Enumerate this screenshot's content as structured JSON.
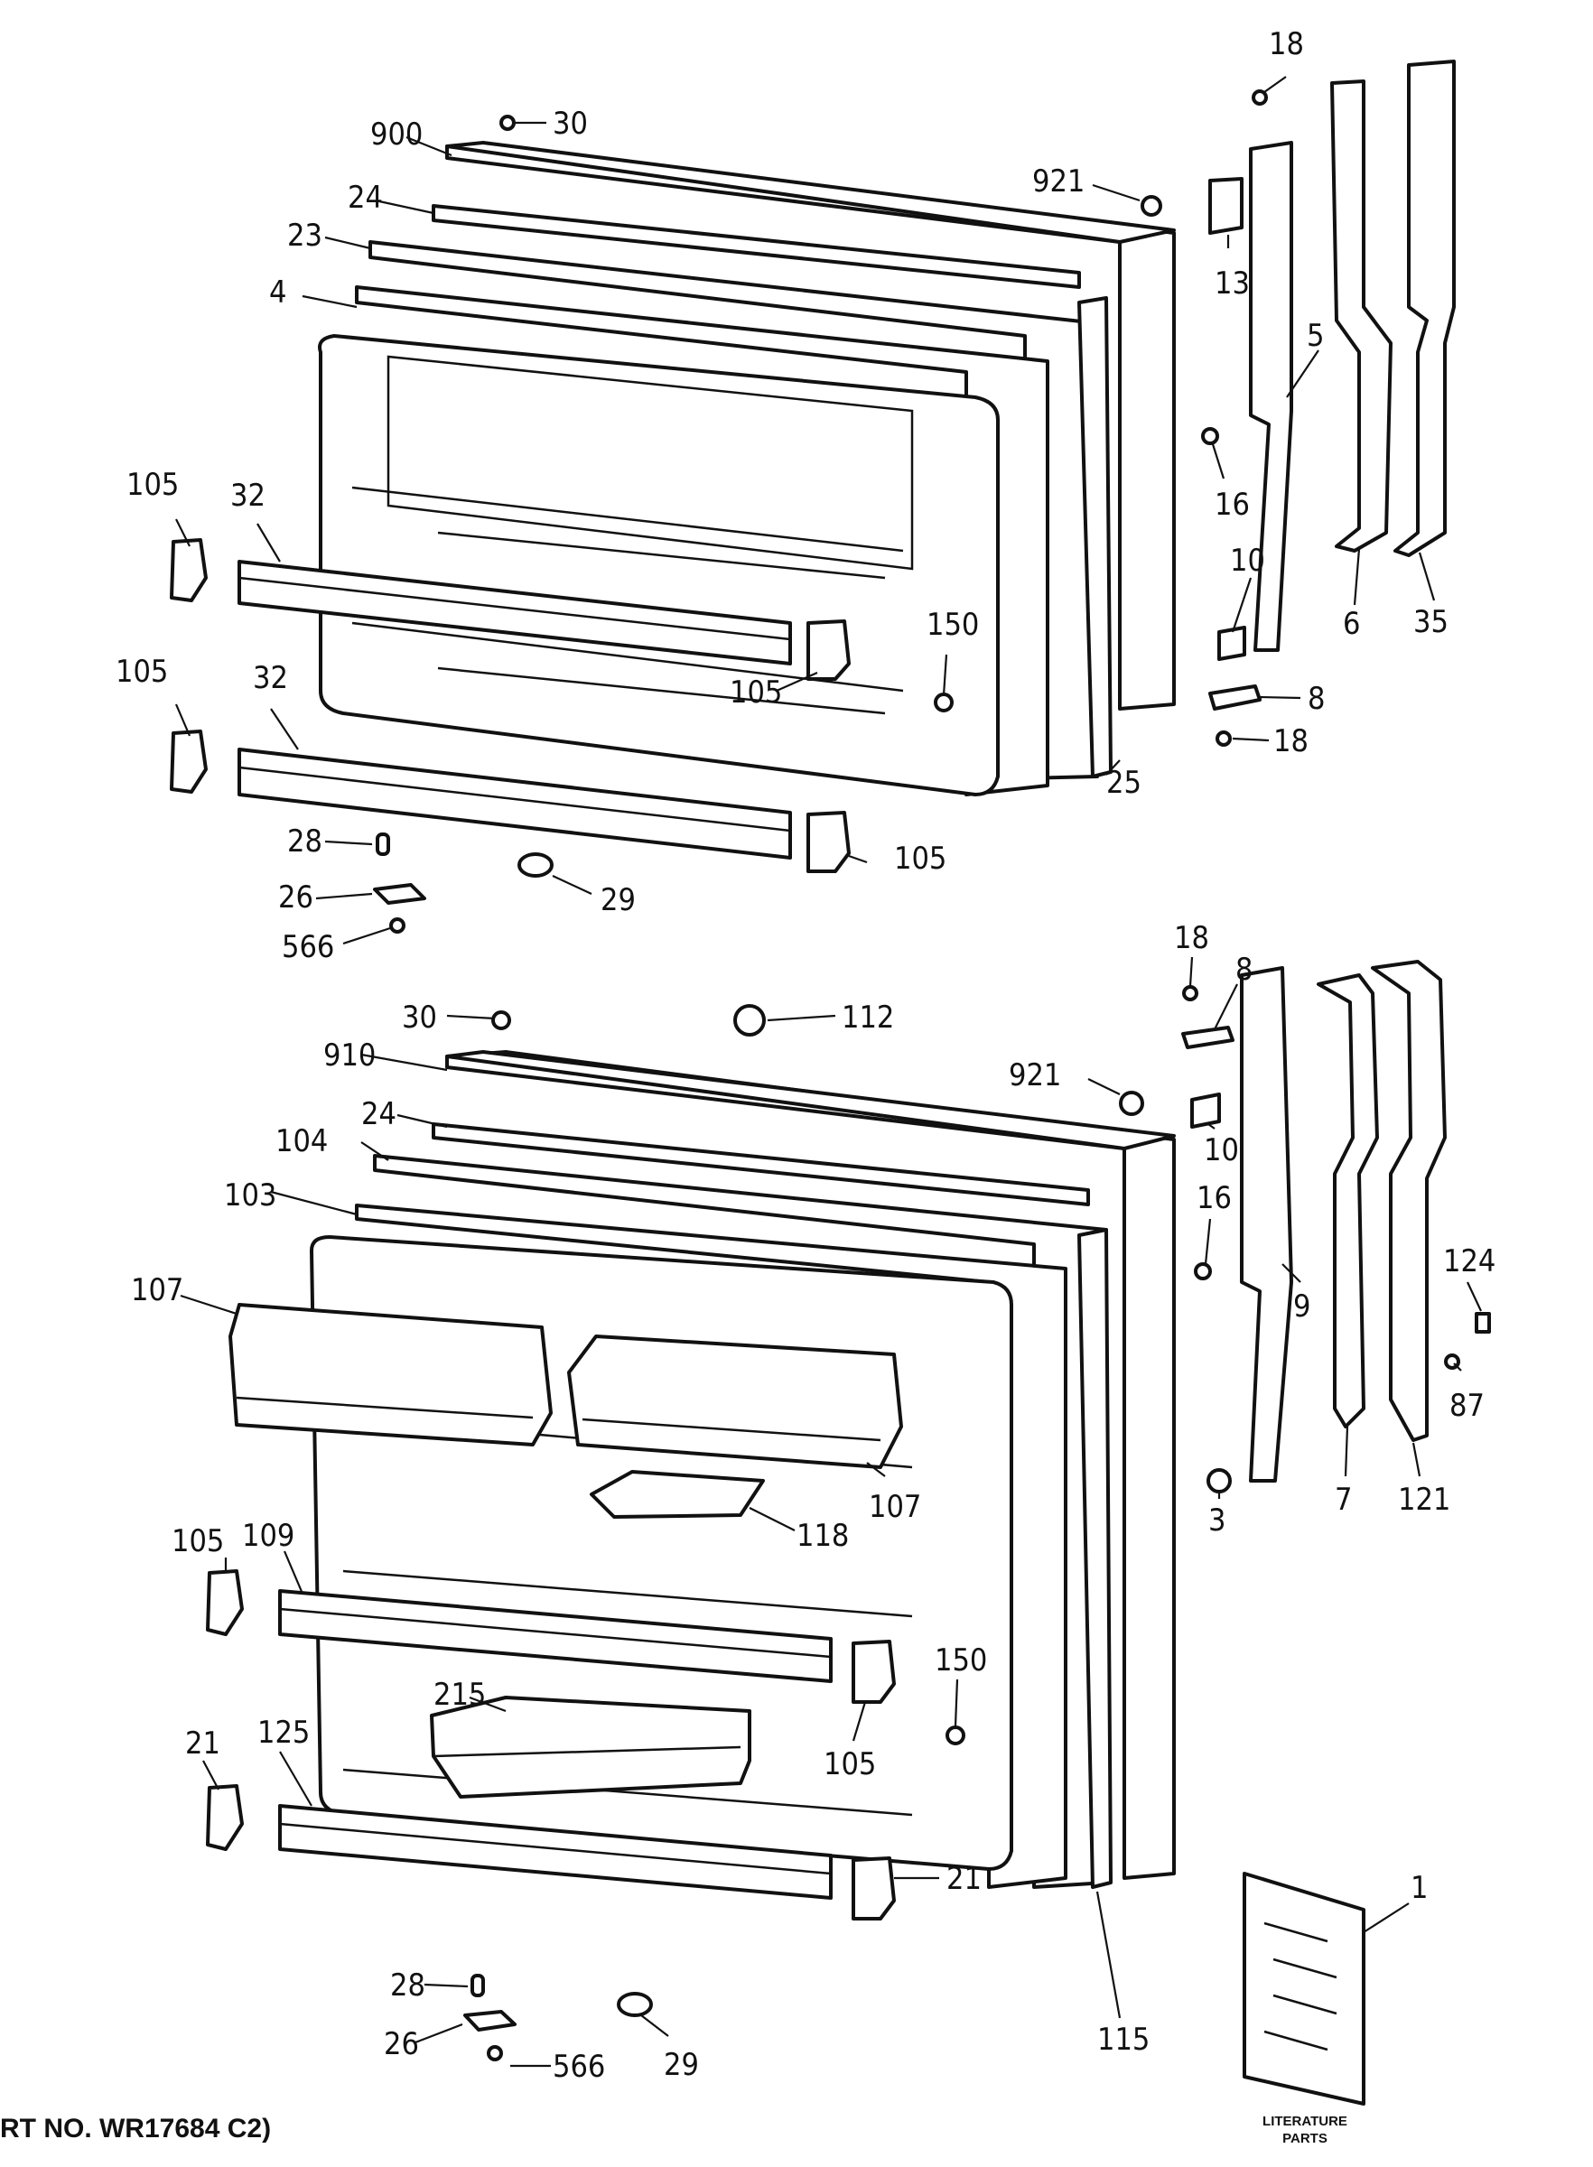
{
  "freezer_door": {
    "labels": [
      "18",
      "30",
      "900",
      "921",
      "24",
      "23",
      "4",
      "13",
      "5",
      "16",
      "105",
      "32",
      "105",
      "32",
      "150",
      "105",
      "10",
      "6",
      "35",
      "8",
      "18",
      "25",
      "28",
      "105",
      "26",
      "29",
      "566"
    ]
  },
  "fresh_food_door": {
    "labels": [
      "18",
      "8",
      "30",
      "112",
      "910",
      "921",
      "24",
      "10",
      "104",
      "16",
      "103",
      "124",
      "107",
      "9",
      "87",
      "7",
      "121",
      "3",
      "107",
      "118",
      "105",
      "109",
      "150",
      "215",
      "105",
      "21",
      "125",
      "21",
      "1",
      "28",
      "26",
      "566",
      "29",
      "115"
    ]
  },
  "literature": {
    "line1": "LITERATURE",
    "line2": "PARTS"
  },
  "caption": "RT NO. WR17684 C2)"
}
